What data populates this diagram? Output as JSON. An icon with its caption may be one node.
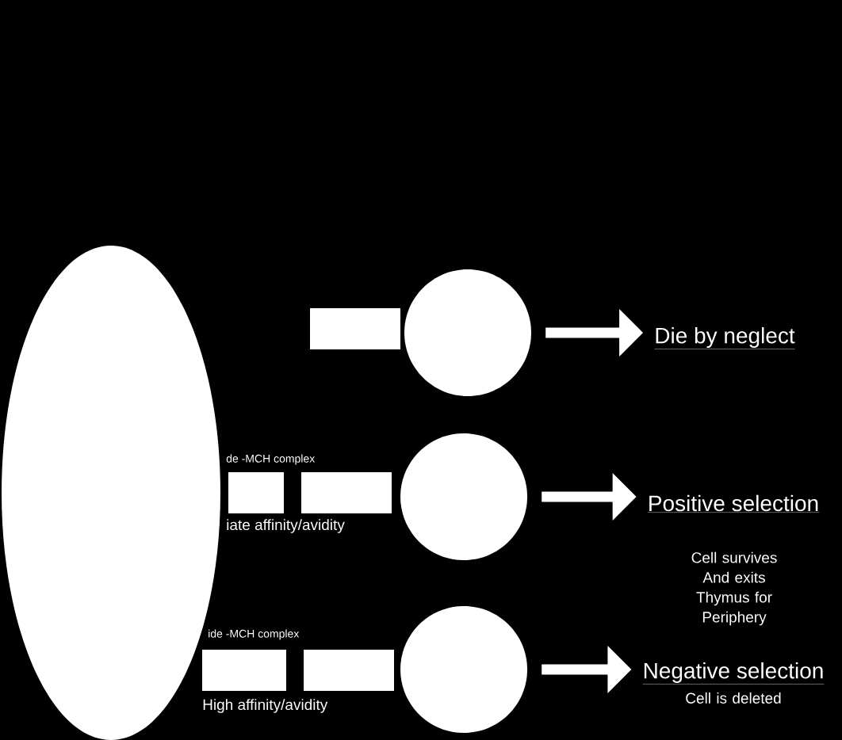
{
  "diagram": {
    "nodes": [
      {
        "text": [],
        "shape": "ellipse"
      },
      {
        "text": [],
        "shape": "box"
      },
      {
        "text": [],
        "shape": "circle"
      },
      {
        "text": [
          "Die by neglect"
        ]
      },
      {
        "text": [],
        "shape": "box"
      },
      {
        "text": [],
        "shape": "box"
      },
      {
        "text": [],
        "shape": "circle"
      },
      {
        "text": [
          "Positive selection"
        ],
        "beside": [
          "Cell survives And exits Thymus for Periphery"
        ]
      },
      {
        "text": [],
        "shape": "box"
      },
      {
        "text": [],
        "shape": "box"
      },
      {
        "text": [],
        "shape": "circle"
      },
      {
        "text": [
          "Negative selection"
        ],
        "beside": [
          "Cell is deleted"
        ]
      }
    ],
    "edges": [
      {
        "from": 2,
        "to": 3,
        "arrow": "to"
      },
      {
        "from": 6,
        "to": 7,
        "arrow": "to"
      },
      {
        "from": 10,
        "to": 11,
        "arrow": "to"
      }
    ],
    "labels": [
      "de -MCH complex",
      "iate affinity/avidity",
      "ide -MCH complex",
      "High affinity/avidity"
    ]
  }
}
